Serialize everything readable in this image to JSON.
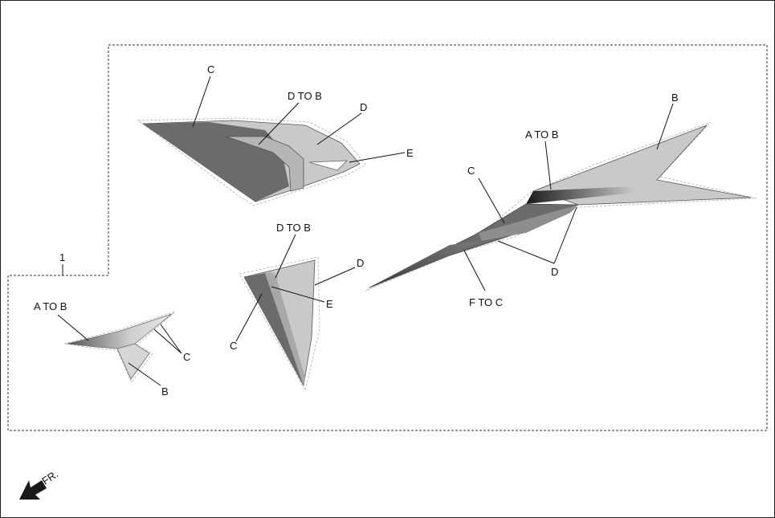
{
  "assembly_label": "1",
  "direction_label": "FR.",
  "decals": {
    "upper_left": {
      "labels": [
        "C",
        "D TO B",
        "D",
        "E"
      ]
    },
    "right": {
      "labels": [
        "B",
        "A TO B",
        "C",
        "D",
        "F TO C"
      ]
    },
    "middle": {
      "labels": [
        "D TO B",
        "D",
        "E",
        "C"
      ]
    },
    "lower_left": {
      "labels": [
        "A TO B",
        "C",
        "B"
      ]
    }
  },
  "colors": {
    "dark_gray": "#6b6b6b",
    "medium_gray": "#8e8e8e",
    "light_gray": "#c9c9c9",
    "near_black": "#2a2a2a",
    "white": "#ffffff",
    "frame_border": "#222222"
  }
}
